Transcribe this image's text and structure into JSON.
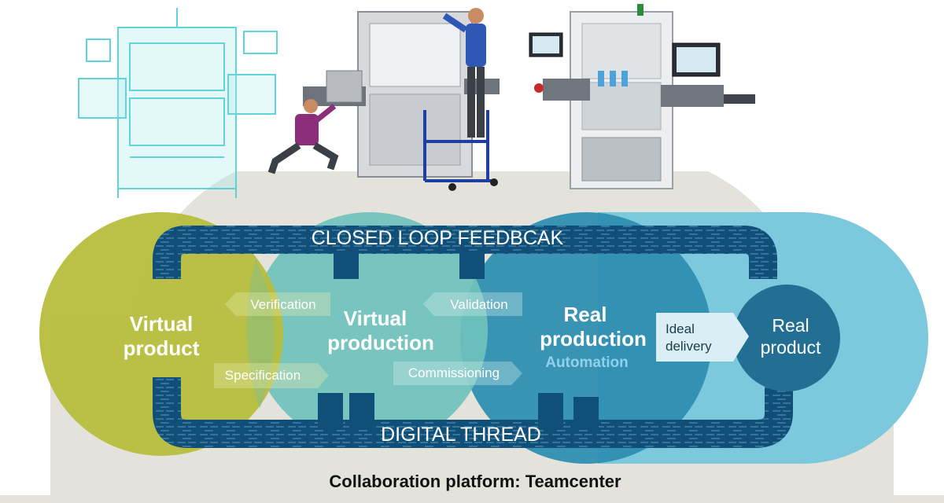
{
  "top_band": {
    "label": "CLOSED LOOP FEEDBCAK"
  },
  "bottom_band": {
    "label": "DIGITAL THREAD"
  },
  "platform": {
    "label": "Collaboration platform: Teamcenter"
  },
  "stages": {
    "virtual_product": {
      "line1": "Virtual",
      "line2": "product"
    },
    "virtual_production": {
      "line1": "Virtual",
      "line2": "production"
    },
    "real_production": {
      "line1": "Real",
      "line2": "production",
      "sub": "Automation"
    },
    "real_product": {
      "line1": "Real",
      "line2": "product"
    }
  },
  "arrows": {
    "verification": "Verification",
    "specification": "Specification",
    "validation": "Validation",
    "commissioning": "Commissioning",
    "ideal_delivery_1": "Ideal",
    "ideal_delivery_2": "delivery"
  },
  "colors": {
    "platform_bg": "#e3e3dc",
    "virtual_product": "#b6be3c",
    "virtual_production": "#6fc1bc",
    "real_production": "#2f8fb0",
    "real_product_bg": "#7cc8dc",
    "real_product_circle": "#236f93",
    "band": "#0f4f78",
    "band_text": "#ffffff"
  },
  "icons": [
    "wireframe-machine-icon",
    "assembly-workers-icon",
    "production-machine-icon"
  ]
}
